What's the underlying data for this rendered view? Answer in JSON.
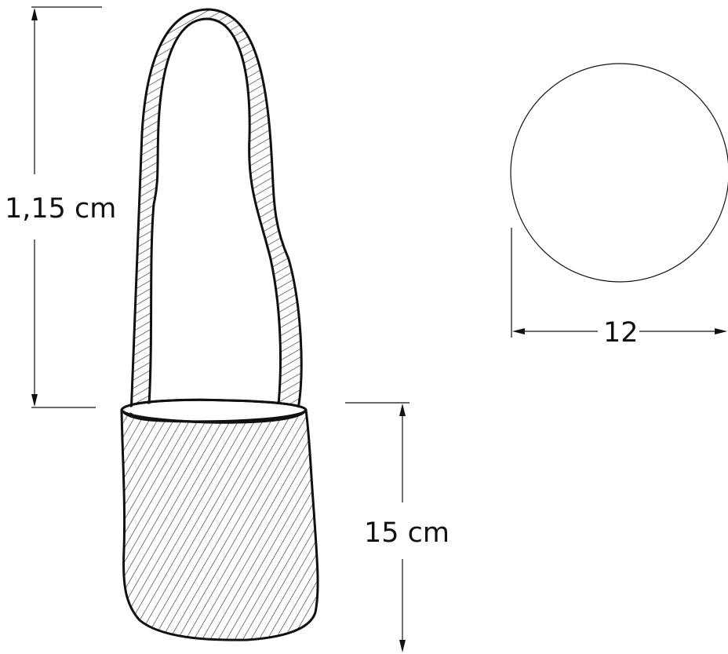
{
  "dimensions": {
    "strap_height": "1,15 cm",
    "bag_height": "15 cm",
    "base_diameter": "12"
  },
  "colors": {
    "ink": "#111111",
    "background": "#ffffff"
  }
}
